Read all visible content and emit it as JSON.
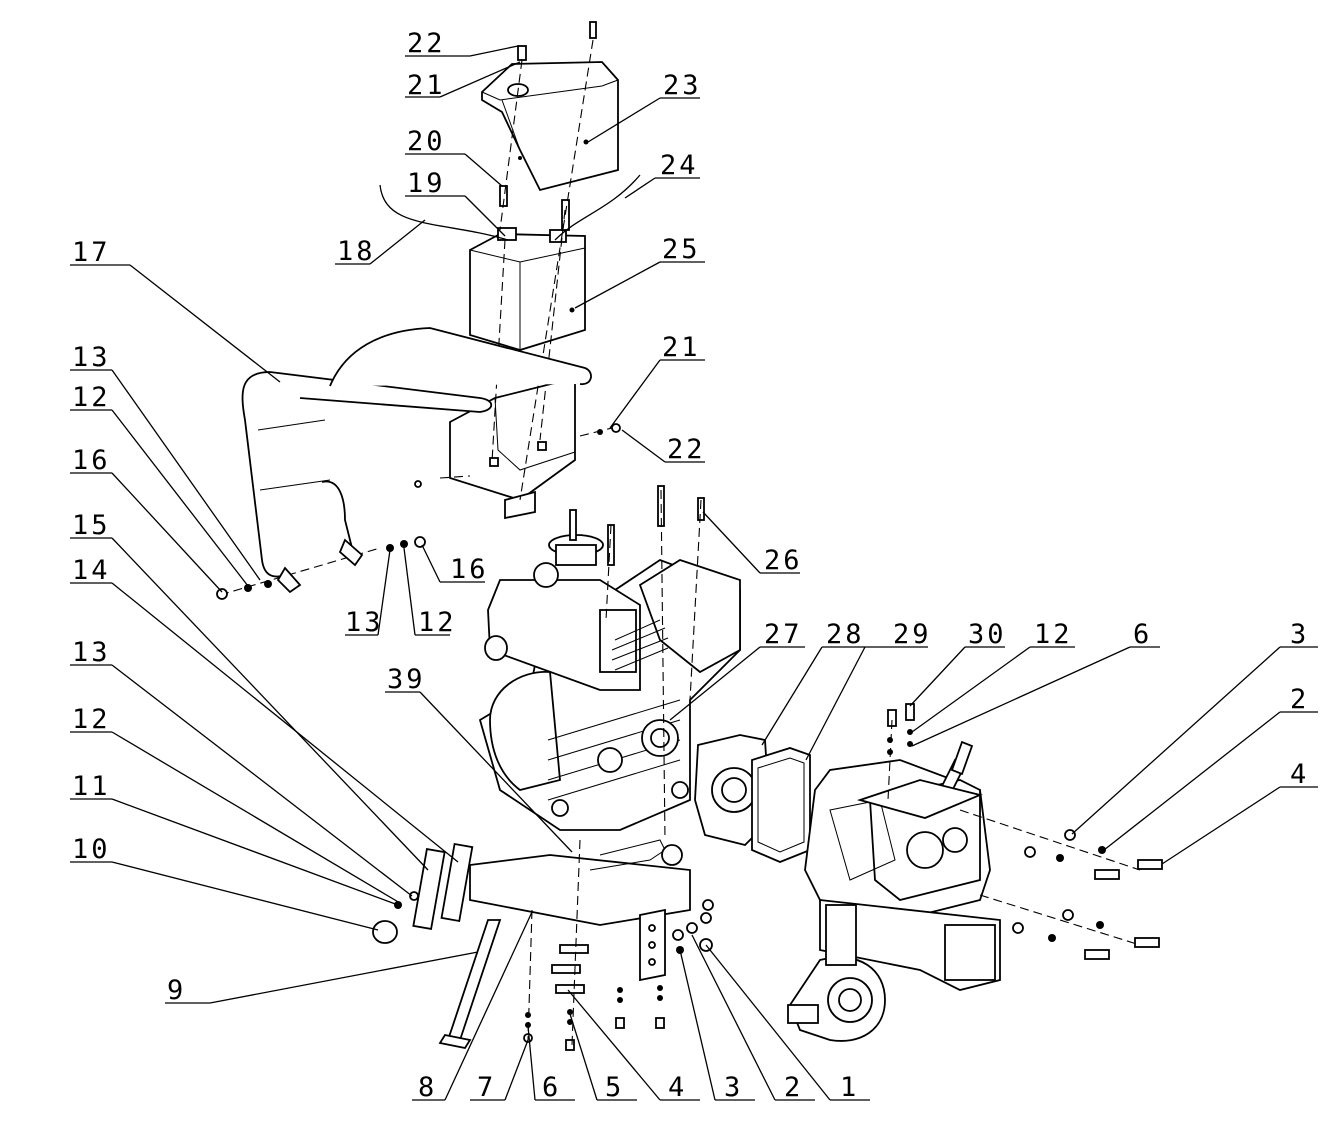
{
  "callouts": [
    {
      "id": "1",
      "text": "1"
    },
    {
      "id": "2",
      "text": "2"
    },
    {
      "id": "3",
      "text": "3"
    },
    {
      "id": "4",
      "text": "4"
    },
    {
      "id": "5",
      "text": "5"
    },
    {
      "id": "6",
      "text": "6"
    },
    {
      "id": "7",
      "text": "7"
    },
    {
      "id": "8",
      "text": "8"
    },
    {
      "id": "9",
      "text": "9"
    },
    {
      "id": "10",
      "text": "10"
    },
    {
      "id": "11",
      "text": "11"
    },
    {
      "id": "12",
      "text": "12"
    },
    {
      "id": "13",
      "text": "13"
    },
    {
      "id": "14",
      "text": "14"
    },
    {
      "id": "15",
      "text": "15"
    },
    {
      "id": "16",
      "text": "16"
    },
    {
      "id": "17",
      "text": "17"
    },
    {
      "id": "18",
      "text": "18"
    },
    {
      "id": "19",
      "text": "19"
    },
    {
      "id": "20",
      "text": "20"
    },
    {
      "id": "21",
      "text": "21"
    },
    {
      "id": "22",
      "text": "22"
    },
    {
      "id": "23",
      "text": "23"
    },
    {
      "id": "24",
      "text": "24"
    },
    {
      "id": "25",
      "text": "25"
    },
    {
      "id": "26",
      "text": "26"
    },
    {
      "id": "27",
      "text": "27"
    },
    {
      "id": "28",
      "text": "28"
    },
    {
      "id": "29",
      "text": "29"
    },
    {
      "id": "30",
      "text": "30"
    },
    {
      "id": "39",
      "text": "39"
    }
  ]
}
